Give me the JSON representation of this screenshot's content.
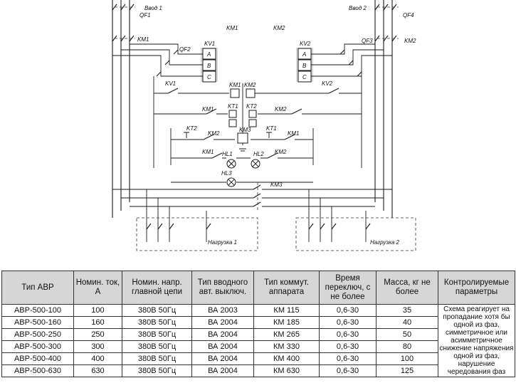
{
  "schematic": {
    "inputs": [
      "Ввод 1",
      "Ввод 2"
    ],
    "breakers": [
      "QF1",
      "QF2",
      "QF3",
      "QF4"
    ],
    "relays": [
      "KV1",
      "KV2"
    ],
    "phase_labels": [
      "A",
      "B",
      "C"
    ],
    "contactors": [
      "KM1",
      "KM2",
      "KM3"
    ],
    "timers": [
      "KT1",
      "KT2"
    ],
    "lamps": [
      "HL1",
      "HL2",
      "HL3"
    ],
    "loads": [
      "Нагрузка 1",
      "Нагрузка 2"
    ]
  },
  "table": {
    "headers": [
      "Тип АВР",
      "Номин. ток, А",
      "Номин. напр. главной цепи",
      "Тип вводного авт. выключ.",
      "Тип коммут. аппарата",
      "Время переключ, с не более",
      "Масса, кг не более",
      "Контролируемые параметры"
    ],
    "rows": [
      [
        "АВР-500-100",
        "100",
        "380В 50Гц",
        "ВА 2003",
        "КМ 115",
        "0,6-30",
        "35"
      ],
      [
        "АВР-500-160",
        "160",
        "380В 50Гц",
        "ВА 2004",
        "КМ 185",
        "0,6-30",
        "40"
      ],
      [
        "АВР-500-250",
        "250",
        "380В 50Гц",
        "ВА 2004",
        "КМ 265",
        "0,6-30",
        "50"
      ],
      [
        "АВР-500-300",
        "300",
        "380В 50Гц",
        "ВА 2004",
        "КМ 330",
        "0,6-30",
        "80"
      ],
      [
        "АВР-500-400",
        "400",
        "380В 50Гц",
        "ВА 2004",
        "КМ 400",
        "0,6-30",
        "100"
      ],
      [
        "АВР-500-630",
        "630",
        "380В 50Гц",
        "ВА 2004",
        "КМ 630",
        "0,6-30",
        "125"
      ]
    ],
    "parameters_note": "Схема реагирует на пропадание хотя бы одной из фаз, симметричное или асимметричное снижение напряжения одной из фаз, нарушение чередования фаз"
  }
}
